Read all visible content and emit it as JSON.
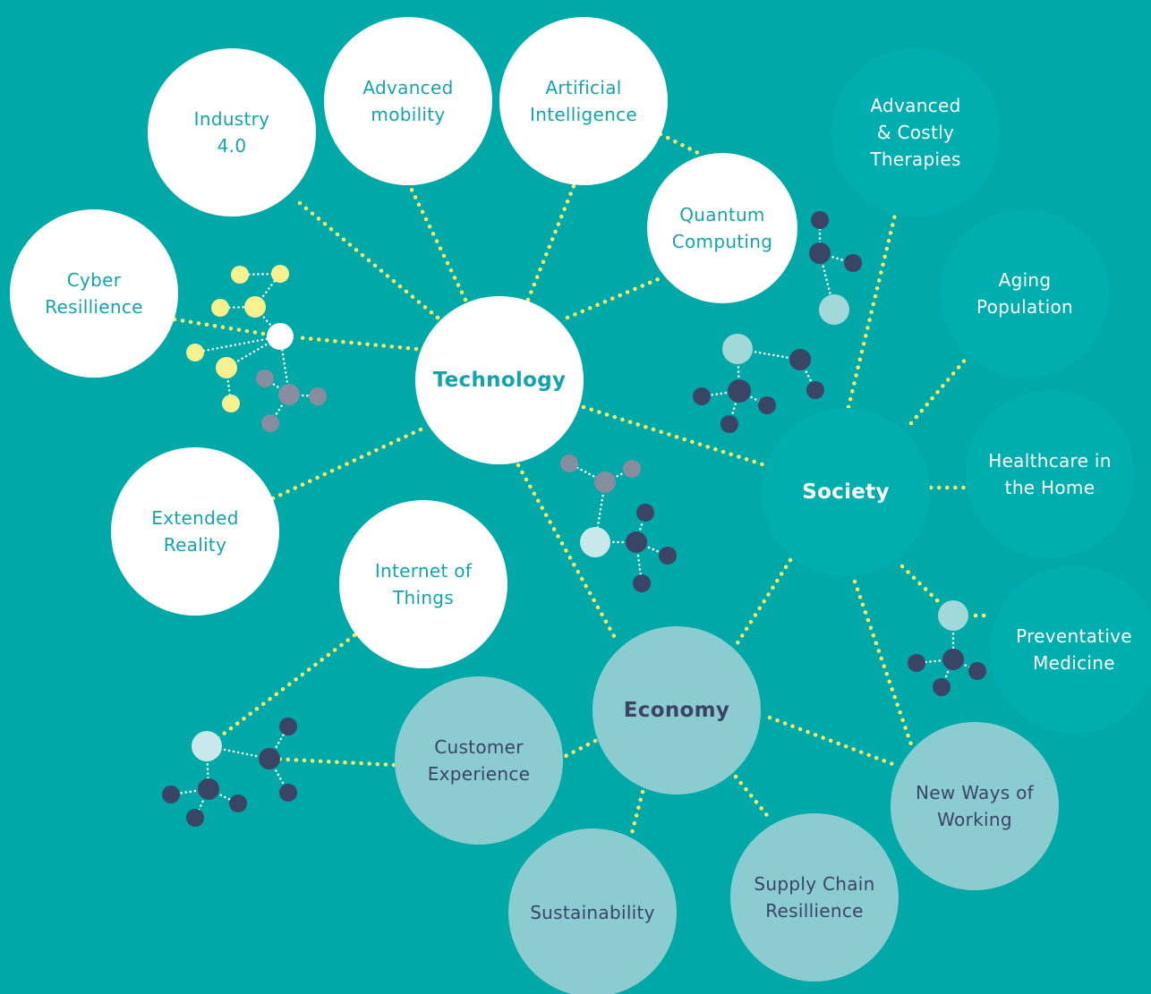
{
  "colors": {
    "background": "#00A8A8",
    "technology_bubble": "#FFFFFF",
    "technology_text": "#14A3AD",
    "society_bubble": "#00AEAF",
    "society_text": "#FFFFFF",
    "economy_bubble": "#8BCCD0",
    "economy_text": "#3B4466",
    "connector": "#F5EC6A"
  },
  "hubs": {
    "technology": "Technology",
    "society": "Society",
    "economy": "Economy"
  },
  "technology_topics": {
    "industry": "Industry\n4.0",
    "mobility": "Advanced\nmobility",
    "ai": "Artificial\nIntelligence",
    "quantum": "Quantum\nComputing",
    "cyber": "Cyber\nResillience",
    "xr": "Extended\nReality",
    "iot": "Internet of\nThings"
  },
  "society_topics": {
    "therapies": "Advanced\n& Costly\nTherapies",
    "aging": "Aging\nPopulation",
    "home": "Healthcare in\nthe Home",
    "preventative": "Preventative\nMedicine"
  },
  "economy_topics": {
    "customer": "Customer\nExperience",
    "sustainability": "Sustainability",
    "supply": "Supply Chain\nResillience",
    "working": "New Ways of\nWorking"
  }
}
